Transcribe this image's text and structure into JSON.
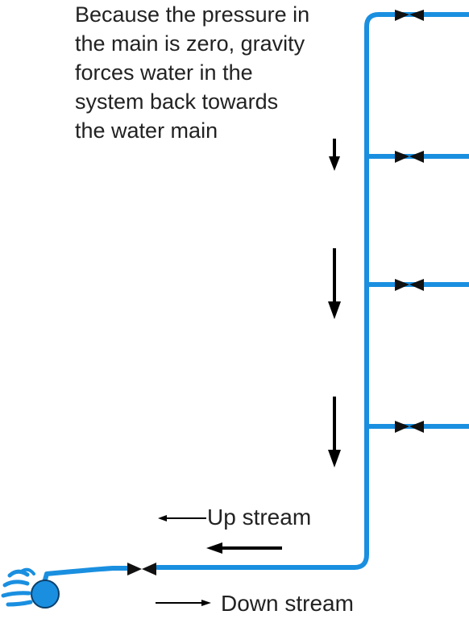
{
  "caption": "Because the pressure in\nthe main is zero, gravity\nforces water in the\nsystem back towards\nthe water main",
  "legend": {
    "upstream_label": "Up stream",
    "downstream_label": "Down stream"
  },
  "colors": {
    "pipe": "#1a8fe0",
    "arrow": "#000000",
    "valve": "#111111",
    "text": "#222222",
    "water_source": "#1a8fe0"
  },
  "icons": {
    "valve": "valve-icon",
    "source": "water-main-icon",
    "flow_arrow": "flow-arrow-icon"
  }
}
